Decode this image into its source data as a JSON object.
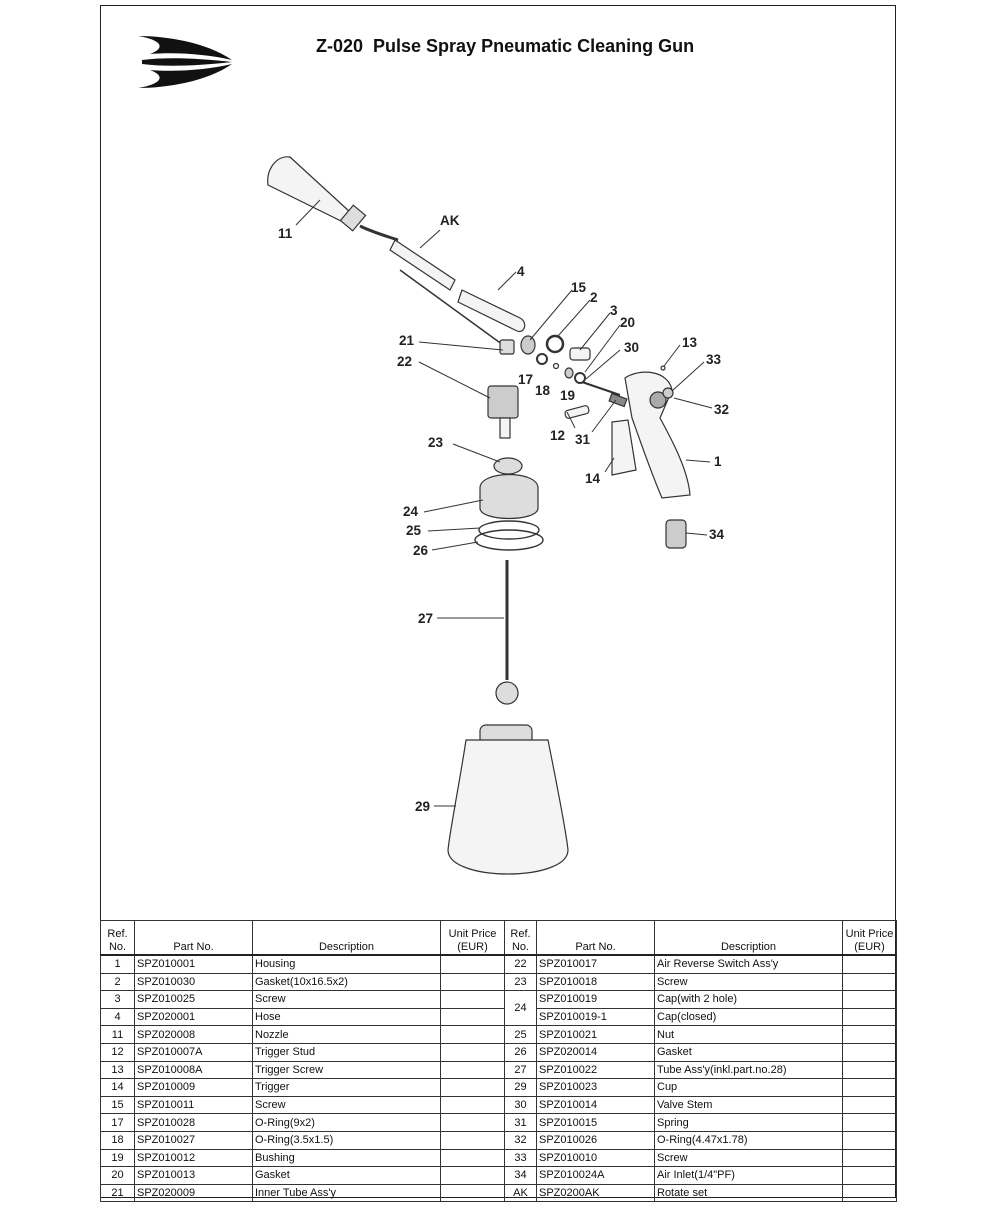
{
  "title": "Z-020  Pulse Spray Pneumatic Cleaning Gun",
  "logo_icon": "stylized-bird-logo",
  "callouts": [
    "11",
    "AK",
    "4",
    "15",
    "2",
    "3",
    "20",
    "13",
    "21",
    "22",
    "17",
    "18",
    "19",
    "30",
    "33",
    "32",
    "12",
    "31",
    "23",
    "1",
    "14",
    "24",
    "25",
    "26",
    "34",
    "27",
    "29"
  ],
  "table": {
    "headers": {
      "ref_line1": "Ref.",
      "ref_line2": "No.",
      "part_no": "Part No.",
      "description": "Description",
      "price_line1": "Unit Price",
      "price_line2": "(EUR)"
    },
    "left_rows": [
      {
        "ref": "1",
        "part": "SPZ010001",
        "desc": "Housing"
      },
      {
        "ref": "2",
        "part": "SPZ010030",
        "desc": "Gasket(10x16.5x2)"
      },
      {
        "ref": "3",
        "part": "SPZ010025",
        "desc": "Screw"
      },
      {
        "ref": "4",
        "part": "SPZ020001",
        "desc": "Hose"
      },
      {
        "ref": "11",
        "part": "SPZ020008",
        "desc": "Nozzle"
      },
      {
        "ref": "12",
        "part": "SPZ010007A",
        "desc": "Trigger Stud"
      },
      {
        "ref": "13",
        "part": "SPZ010008A",
        "desc": "Trigger Screw"
      },
      {
        "ref": "14",
        "part": "SPZ010009",
        "desc": "Trigger"
      },
      {
        "ref": "15",
        "part": "SPZ010011",
        "desc": "Screw"
      },
      {
        "ref": "17",
        "part": "SPZ010028",
        "desc": "O-Ring(9x2)"
      },
      {
        "ref": "18",
        "part": "SPZ010027",
        "desc": "O-Ring(3.5x1.5)"
      },
      {
        "ref": "19",
        "part": "SPZ010012",
        "desc": "Bushing"
      },
      {
        "ref": "20",
        "part": "SPZ010013",
        "desc": "Gasket"
      },
      {
        "ref": "21",
        "part": "SPZ020009",
        "desc": "Inner Tube Ass'y"
      }
    ],
    "right_rows": [
      {
        "ref": "22",
        "part": "SPZ010017",
        "desc": "Air Reverse Switch Ass'y"
      },
      {
        "ref": "23",
        "part": "SPZ010018",
        "desc": "Screw"
      },
      {
        "ref": "24",
        "part": "SPZ010019",
        "desc": "Cap(with 2 hole)"
      },
      {
        "ref": "",
        "part": "SPZ010019-1",
        "desc": "Cap(closed)"
      },
      {
        "ref": "25",
        "part": "SPZ010021",
        "desc": "Nut"
      },
      {
        "ref": "26",
        "part": "SPZ020014",
        "desc": "Gasket"
      },
      {
        "ref": "27",
        "part": "SPZ010022",
        "desc": "Tube Ass'y(inkl.part.no.28)"
      },
      {
        "ref": "29",
        "part": "SPZ010023",
        "desc": "Cup"
      },
      {
        "ref": "30",
        "part": "SPZ010014",
        "desc": "Valve Stem"
      },
      {
        "ref": "31",
        "part": "SPZ010015",
        "desc": "Spring"
      },
      {
        "ref": "32",
        "part": "SPZ010026",
        "desc": "O-Ring(4.47x1.78)"
      },
      {
        "ref": "33",
        "part": "SPZ010010",
        "desc": "Screw"
      },
      {
        "ref": "34",
        "part": "SPZ010024A",
        "desc": "Air Inlet(1/4\"PF)"
      },
      {
        "ref": "AK",
        "part": "SPZ0200AK",
        "desc": "Rotate set"
      }
    ]
  }
}
